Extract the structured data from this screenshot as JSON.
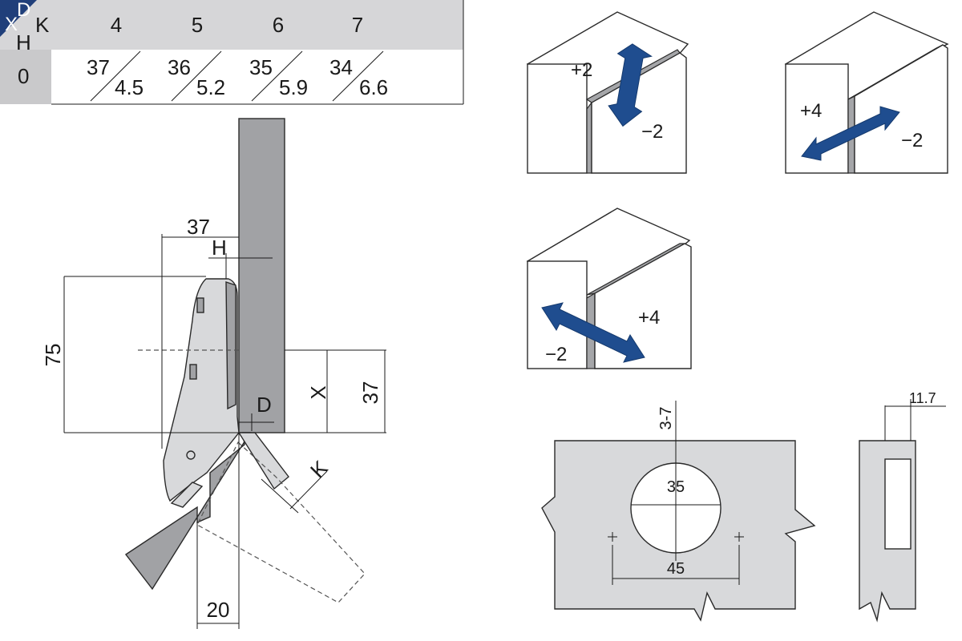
{
  "table": {
    "corner_x": "X",
    "corner_d": "D",
    "corner_k": "K",
    "corner_h": "H",
    "row_label": "0",
    "k_values": [
      "4",
      "5",
      "6",
      "7"
    ],
    "cells": [
      {
        "top": "37",
        "bottom": "4.5"
      },
      {
        "top": "36",
        "bottom": "5.2"
      },
      {
        "top": "35",
        "bottom": "5.9"
      },
      {
        "top": "34",
        "bottom": "6.6"
      }
    ],
    "colors": {
      "header": "#d6d6d8",
      "corner": "#203f7a"
    }
  },
  "hinge_drawing": {
    "dim_top_width": "37",
    "dim_h": "H",
    "dim_height": "75",
    "dim_x": "X",
    "dim_right": "37",
    "dim_d": "D",
    "dim_k": "K",
    "dim_bottom": "20"
  },
  "adjustments": {
    "vertical": {
      "plus": "+2",
      "minus": "−2"
    },
    "depth": {
      "plus": "+4",
      "minus": "−2"
    },
    "side": {
      "plus": "+4",
      "minus": "−2"
    },
    "arrow_color": "#1f4d8f"
  },
  "drilling": {
    "edge_distance": "3-7",
    "cup_diameter": "35",
    "hole_spacing": "45",
    "cup_depth": "11.7"
  }
}
